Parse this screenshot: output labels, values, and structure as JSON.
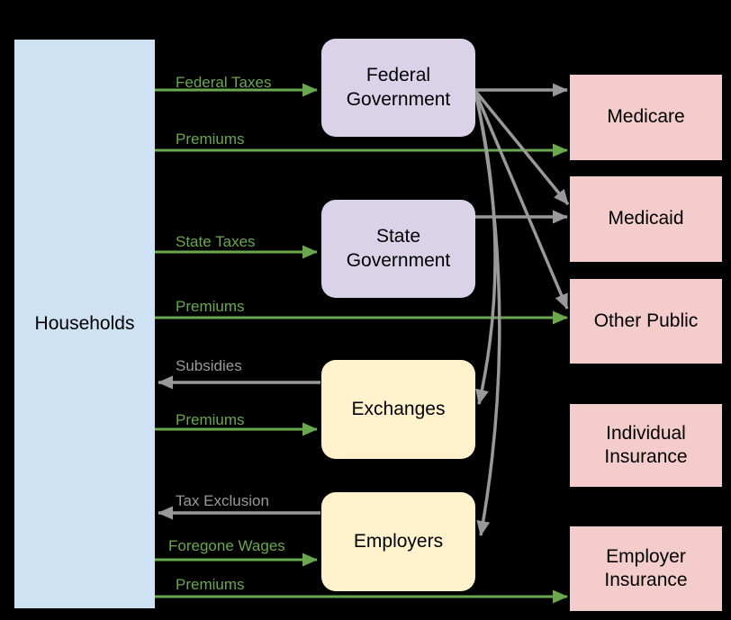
{
  "diagram": {
    "description": "Health insurance money-flow diagram from Households through intermediaries to insurance programs",
    "palette": {
      "background": "#000000",
      "households_fill": "#cfe2f3",
      "government_fill": "#d9d2e9",
      "intermediary_fill": "#fff2cc",
      "insurance_fill": "#f4cccc",
      "flow_green": "#6aa84f",
      "flow_gray": "#999999",
      "box_text": "#000000"
    },
    "nodes": {
      "households": {
        "label": "Households"
      },
      "federal_government": {
        "label": "Federal Government"
      },
      "state_government": {
        "label": "State Government"
      },
      "exchanges": {
        "label": "Exchanges"
      },
      "employers": {
        "label": "Employers"
      },
      "medicare": {
        "label": "Medicare"
      },
      "medicaid": {
        "label": "Medicaid"
      },
      "other_public": {
        "label": "Other Public"
      },
      "individual_insurance": {
        "label": "Individual Insurance"
      },
      "employer_insurance": {
        "label": "Employer Insurance"
      }
    },
    "flows": {
      "federal_taxes": {
        "label": "Federal Taxes",
        "from": "Households",
        "to": "Federal Government",
        "color": "#6aa84f"
      },
      "premiums_medicare": {
        "label": "Premiums",
        "from": "Households",
        "to": "Medicare",
        "color": "#6aa84f"
      },
      "state_taxes": {
        "label": "State Taxes",
        "from": "Households",
        "to": "State Government",
        "color": "#6aa84f"
      },
      "premiums_other_public": {
        "label": "Premiums",
        "from": "Households",
        "to": "Other Public",
        "color": "#6aa84f"
      },
      "subsidies": {
        "label": "Subsidies",
        "from": "Exchanges",
        "to": "Households",
        "color": "#999999"
      },
      "premiums_exchanges": {
        "label": "Premiums",
        "from": "Households",
        "to": "Exchanges",
        "color": "#6aa84f"
      },
      "tax_exclusion": {
        "label": "Tax Exclusion",
        "from": "Employers",
        "to": "Households",
        "color": "#999999"
      },
      "foregone_wages": {
        "label": "Foregone Wages",
        "from": "Households",
        "to": "Employers",
        "color": "#6aa84f"
      },
      "premiums_employer_insurance": {
        "label": "Premiums",
        "from": "Households",
        "to": "Employer Insurance",
        "color": "#6aa84f"
      },
      "federal_to_medicare": {
        "label": "",
        "from": "Federal Government",
        "to": "Medicare",
        "color": "#999999"
      },
      "federal_to_medicaid": {
        "label": "",
        "from": "Federal Government",
        "to": "Medicaid",
        "color": "#999999"
      },
      "federal_to_other_public": {
        "label": "",
        "from": "Federal Government",
        "to": "Other Public",
        "color": "#999999"
      },
      "federal_to_exchanges": {
        "label": "",
        "from": "Federal Government",
        "to": "Exchanges",
        "color": "#999999"
      },
      "federal_to_employers": {
        "label": "",
        "from": "Federal Government",
        "to": "Employers",
        "color": "#999999"
      },
      "state_to_medicaid": {
        "label": "",
        "from": "State Government",
        "to": "Medicaid",
        "color": "#999999"
      }
    }
  }
}
